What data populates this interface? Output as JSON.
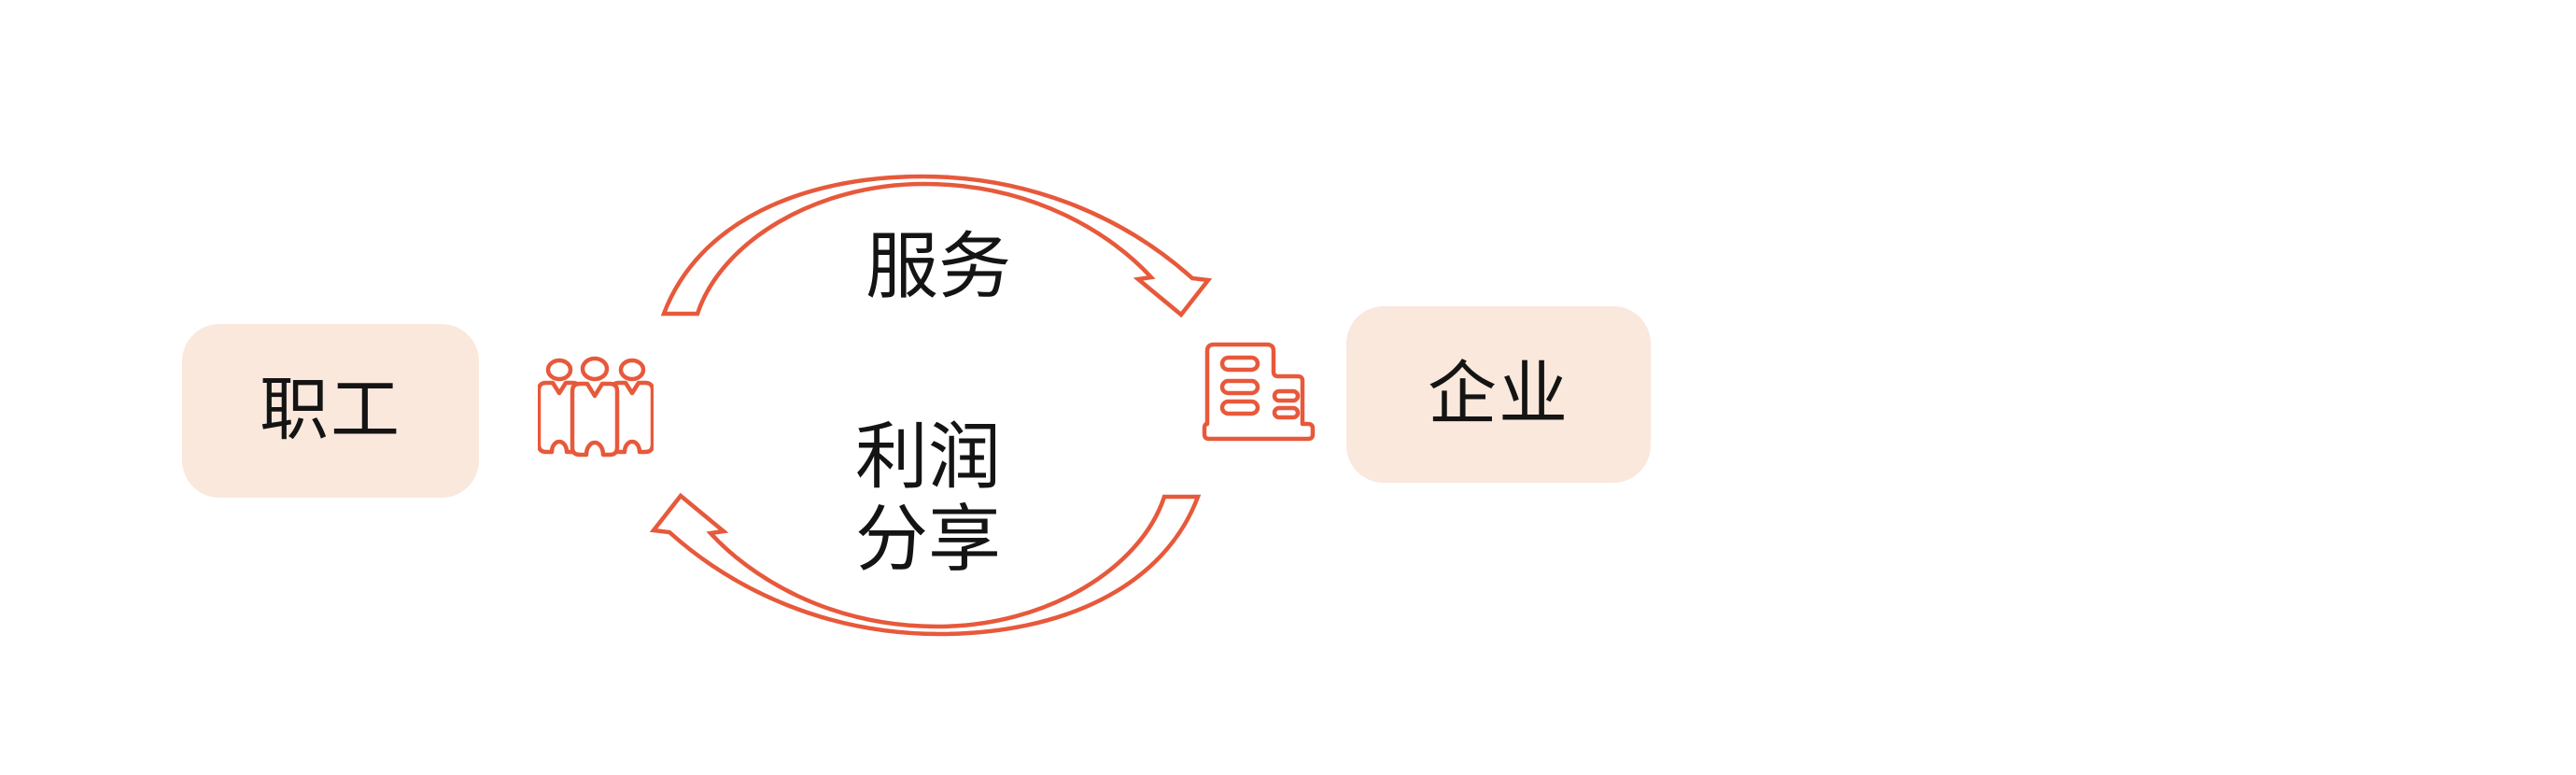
{
  "colors": {
    "accent": "#E7593B",
    "node_fill": "#FAE8DC",
    "text": "#141414",
    "background": "#FFFFFF"
  },
  "nodes": {
    "left": {
      "label": "职工"
    },
    "right": {
      "label": "企业"
    }
  },
  "flows": {
    "top": {
      "label": "服务",
      "from": "职工",
      "to": "企业"
    },
    "bottom": {
      "label_line1": "利润",
      "label_line2": "分享",
      "from": "企业",
      "to": "职工"
    }
  },
  "icons": {
    "left": "people-group-icon",
    "right": "office-building-icon"
  }
}
